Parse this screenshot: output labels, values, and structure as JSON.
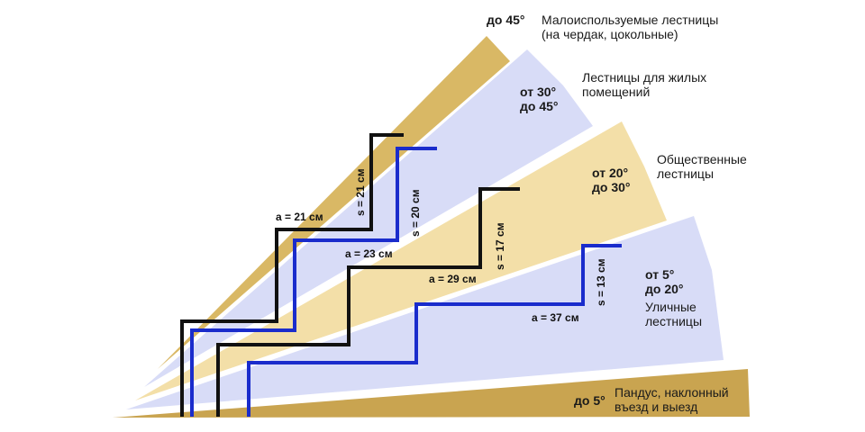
{
  "colors": {
    "gold_dark": "#c9a450",
    "gold": "#d9b865",
    "lavender": "#d8dcf7",
    "yellow_light": "#f3dfa8",
    "stair_black": "#111111",
    "stair_blue": "#1a2ccc"
  },
  "zones": [
    {
      "id": "attic",
      "angle": "до 45°",
      "description_line1": "Малоиспользуемые лестницы",
      "description_line2": "(на чердак, цокольные)"
    },
    {
      "id": "residential",
      "angle_line1": "от 30°",
      "angle_line2": "до 45°",
      "description_line1": "Лестницы для жилых",
      "description_line2": "помещений"
    },
    {
      "id": "public",
      "angle_line1": "от 20°",
      "angle_line2": "до 30°",
      "description_line1": "Общественные",
      "description_line2": "лестницы"
    },
    {
      "id": "outdoor",
      "angle_line1": "от 5°",
      "angle_line2": "до 20°",
      "description_line1": "Уличные",
      "description_line2": "лестницы"
    },
    {
      "id": "ramp",
      "angle": "до 5°",
      "description_line1": "Пандус, наклонный",
      "description_line2": "въезд и выезд"
    }
  ],
  "stairs": [
    {
      "color": "black",
      "tread": "a = 21 см",
      "riser": "s = 21 см"
    },
    {
      "color": "blue",
      "tread": "a = 23 см",
      "riser": "s = 20 см"
    },
    {
      "color": "black",
      "tread": "a = 29 см",
      "riser": "s = 17 см"
    },
    {
      "color": "blue",
      "tread": "a = 37 см",
      "riser": "s = 13 см"
    }
  ]
}
